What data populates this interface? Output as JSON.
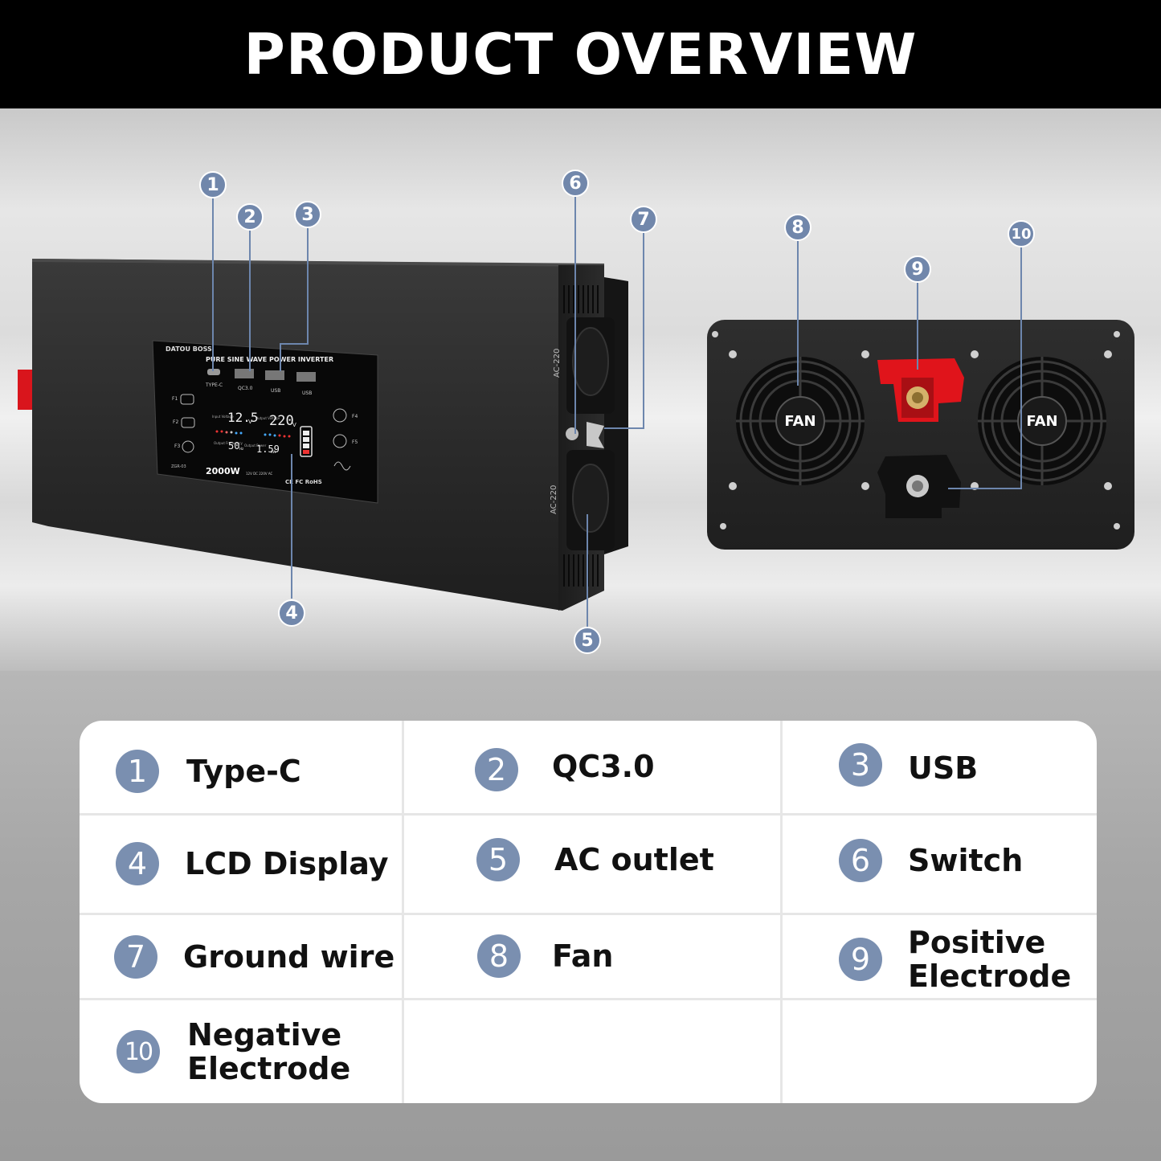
{
  "header": {
    "title": "PRODUCT OVERVIEW"
  },
  "device": {
    "brand": "DATOU BOSS",
    "panel_title": "PURE SINE WAVE POWER INVERTER",
    "ports": [
      "TYPE-C",
      "QC3.0",
      "USB",
      "USB"
    ],
    "fuse_labels": [
      "F1",
      "F2",
      "F3",
      "F4",
      "F5"
    ],
    "input_label": "Input Voltage",
    "input_value": "12.5",
    "input_unit": "V",
    "output_label": "Output Voltage",
    "output_value": "220",
    "output_unit": "V",
    "freq_label": "Output Frequency",
    "freq_value": "50",
    "freq_unit": "Hz",
    "power_label": "Output Power",
    "power_value": "1.59",
    "power_unit": "KW",
    "model": "ZGR-03",
    "wattage": "2000W",
    "spec": "12V DC 220V AC",
    "certs": "CE FC RoHS",
    "side_label": "AC-220",
    "fan_label": "FAN"
  },
  "callouts": [
    "1",
    "2",
    "3",
    "4",
    "5",
    "6",
    "7",
    "8",
    "9",
    "10"
  ],
  "legend": [
    {
      "num": "1",
      "label": "Type-C"
    },
    {
      "num": "2",
      "label": "QC3.0"
    },
    {
      "num": "3",
      "label": "USB"
    },
    {
      "num": "4",
      "label": "LCD Display"
    },
    {
      "num": "5",
      "label": "AC outlet"
    },
    {
      "num": "6",
      "label": "Switch"
    },
    {
      "num": "7",
      "label": "Ground wire"
    },
    {
      "num": "8",
      "label": "Fan"
    },
    {
      "num": "9",
      "label": "Positive Electrode"
    },
    {
      "num": "10",
      "label": "Negative Electrode"
    }
  ],
  "colors": {
    "callout": "#7187ab",
    "legend_circle": "#7a8fb0",
    "positive_terminal": "#e0141b"
  }
}
